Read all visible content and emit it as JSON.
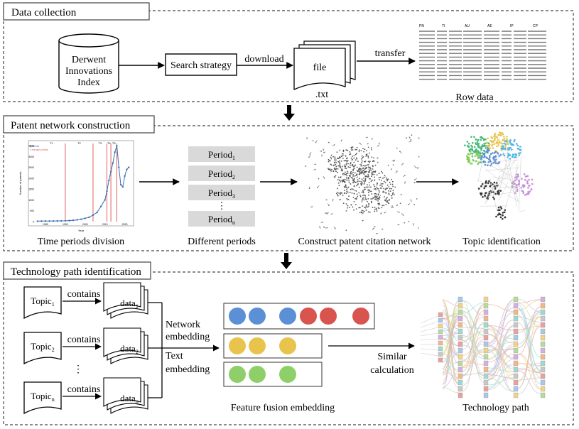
{
  "sections": {
    "s1": "Data collection",
    "s2": "Patent network construction",
    "s3": "Technology  path identification"
  },
  "collection": {
    "db_line1": "Derwent",
    "db_line2": "Innovations",
    "db_line3": "Index",
    "search": "Search strategy",
    "download": "download",
    "file": "file",
    "ext": ".txt",
    "transfer": "transfer",
    "rowdata": "Row data",
    "table_header": [
      "PN",
      "TI",
      "AU",
      "AE",
      "IP",
      "CP"
    ]
  },
  "network": {
    "time_label": "Time periods division",
    "periods": [
      "Period",
      "Period",
      "Period",
      "Period"
    ],
    "period_subs": [
      "1",
      "2",
      "3",
      "n"
    ],
    "dots": "⋮",
    "different": "Different periods",
    "construct": "Construct patent citation network",
    "topic_id": "Topic identification",
    "legend": [
      "patents",
      "Change points"
    ],
    "segments": [
      "T1",
      "T2",
      "T3",
      "T4",
      "T5"
    ],
    "x_ticks": [
      "1980",
      "1990",
      "2000",
      "2010",
      "2020"
    ],
    "x_label": "Year",
    "y_ticks": [
      "0",
      "500",
      "1000",
      "1500",
      "2000",
      "2500",
      "3000",
      "3500"
    ],
    "y_label": "Number of patents"
  },
  "path": {
    "topic": "Topic",
    "topic_subs": [
      "1",
      "2",
      "n"
    ],
    "contains": "contains",
    "data": "data",
    "data_subs": [
      "1",
      "2",
      "n"
    ],
    "vdots": "⋮",
    "network_emb_1": "Network",
    "network_emb_2": "embedding",
    "text_emb_1": "Text",
    "text_emb_2": "embedding",
    "feature_fusion": "Feature fusion embedding",
    "similar_1": "Similar",
    "similar_2": "calculation",
    "tech_path": "Technology  path"
  },
  "chart_data": {
    "type": "line",
    "x": [
      1976,
      1978,
      1980,
      1982,
      1984,
      1986,
      1988,
      1990,
      1992,
      1994,
      1996,
      1998,
      2000,
      2002,
      2004,
      2006,
      2008,
      2010,
      2011,
      2012,
      2013,
      2014,
      2015,
      2016,
      2017,
      2018,
      2019,
      2020,
      2021,
      2022
    ],
    "series": [
      {
        "name": "patents",
        "values": [
          20,
          22,
          25,
          24,
          28,
          30,
          32,
          35,
          45,
          60,
          80,
          110,
          150,
          200,
          300,
          420,
          700,
          1000,
          1400,
          1900,
          2300,
          2700,
          3200,
          3500,
          2500,
          1700,
          1600,
          2100,
          2400,
          2500
        ]
      }
    ],
    "change_points": [
      1990,
      2004,
      2011,
      2013,
      2016
    ],
    "xlabel": "Year",
    "ylabel": "Number of patents",
    "xlim": [
      1975,
      2023
    ],
    "ylim": [
      0,
      3600
    ],
    "legend_position": "top-left",
    "colors": {
      "line": "#3a6fb0",
      "change": "#e06060"
    }
  },
  "colors": {
    "blue_node": "#5b8fd6",
    "red_node": "#d9534f",
    "yellow_node": "#e8c44c",
    "green_node": "#8fcf6a",
    "period_box": "#d9d9d9"
  }
}
